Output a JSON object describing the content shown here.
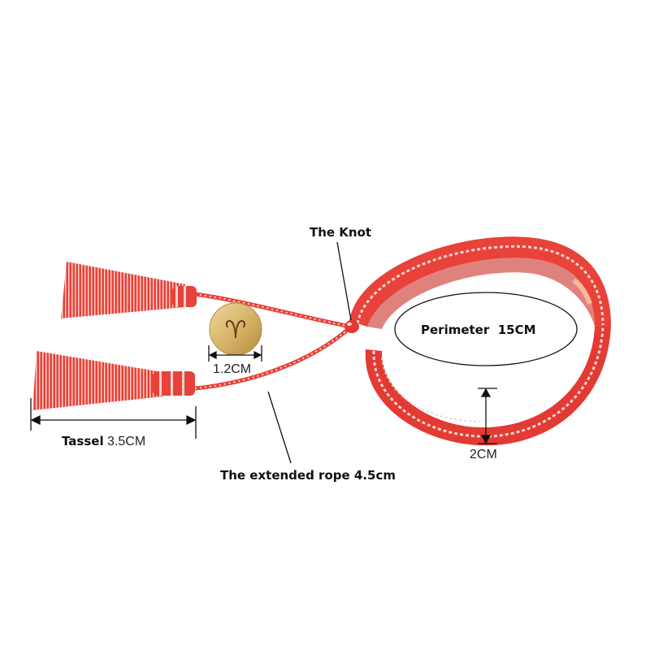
{
  "labels": {
    "knot": "The Knot",
    "perimeter_title": "Perimeter",
    "perimeter_value": "15CM",
    "pendant_size": "1.2CM",
    "tassel_title": "Tassel",
    "tassel_value": "3.5CM",
    "rope": "The extended rope 4.5cm",
    "band_width": "2CM"
  },
  "pendant": {
    "symbol": "♈"
  },
  "colors": {
    "band": "#e8423a",
    "band_dark": "#c92e28",
    "stripe": "#f6d6cf",
    "pendant": "#d8b56a",
    "line": "#111111"
  }
}
